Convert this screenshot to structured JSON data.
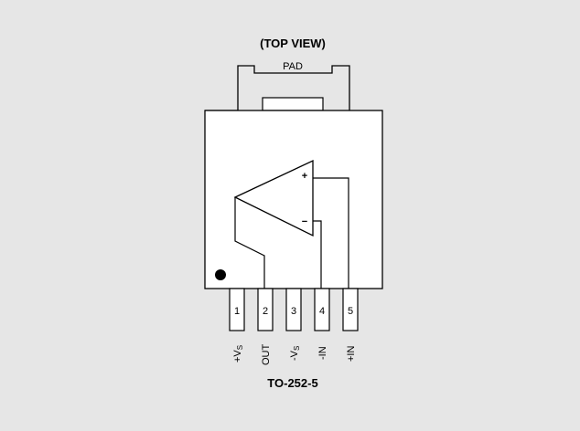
{
  "diagram": {
    "view_label": "(TOP VIEW)",
    "pad_label": "PAD",
    "package_label": "TO-252-5",
    "opamp": {
      "plus_sign": "+",
      "minus_sign": "−"
    },
    "pins": [
      {
        "number": "1",
        "label": "+V",
        "sub": "S"
      },
      {
        "number": "2",
        "label": "OUT",
        "sub": ""
      },
      {
        "number": "3",
        "label": "-V",
        "sub": "S"
      },
      {
        "number": "4",
        "label": "-IN",
        "sub": ""
      },
      {
        "number": "5",
        "label": "+IN",
        "sub": ""
      }
    ],
    "colors": {
      "background": "#e6e6e6",
      "body": "#ffffff",
      "stroke": "#000000"
    }
  }
}
